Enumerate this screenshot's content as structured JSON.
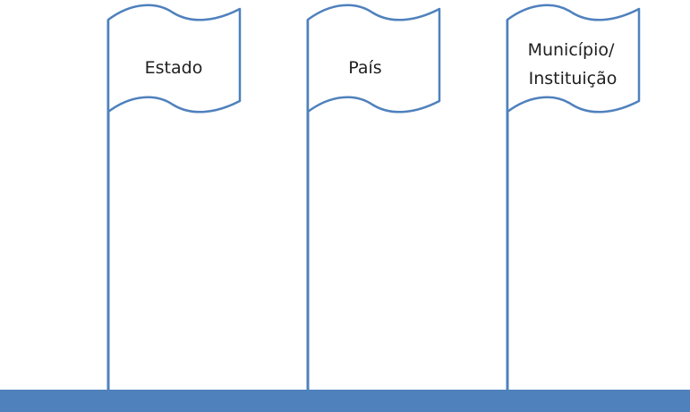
{
  "colors": {
    "pole": "#4f81bd",
    "flag_fill": "#ffffff",
    "flag_outline": "#4f81bd",
    "ground": "#4f81bd",
    "text": "#1f1f1f",
    "background": "#ffffff"
  },
  "flags": [
    {
      "id": "estado",
      "lines": [
        "Estado"
      ]
    },
    {
      "id": "pais",
      "lines": [
        "País"
      ]
    },
    {
      "id": "municipio",
      "lines": [
        "Município/",
        "Instituição"
      ]
    }
  ]
}
